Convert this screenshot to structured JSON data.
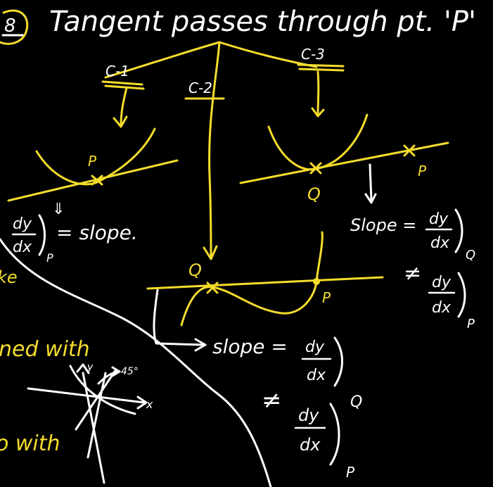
{
  "title": {
    "number": "8",
    "text": "Tangent passes through pt. 'P'"
  },
  "cases": {
    "c1": "C-1",
    "c2": "C-2",
    "c3": "C-3"
  },
  "points": {
    "p": "P",
    "q": "Q"
  },
  "case1": {
    "numerator": "dy",
    "denominator": "dx",
    "subscript": "P",
    "arrow": "⇓",
    "rhs": "= slope."
  },
  "case3": {
    "lhs": "Slope =",
    "numerator": "dy",
    "denominator": "dx",
    "subscript": "Q",
    "and_symbol": "≠",
    "numerator2": "dy",
    "denominator2": "dx",
    "subscript2": "P"
  },
  "case2": {
    "lhs": "slope =",
    "numerator": "dy",
    "denominator": "dx",
    "subscript": "Q",
    "and_symbol": "≠",
    "numerator2": "dy",
    "denominator2": "dx",
    "subscript2": "P"
  },
  "left_fragments": {
    "frag1": "ke",
    "frag2": "ned with",
    "frag3": "o with"
  },
  "small_graph": {
    "y_label": "y",
    "x_label": "x",
    "angle": "45°"
  },
  "colors": {
    "ink_white": "#ffffff",
    "ink_yellow": "#f4dc2b",
    "background": "#000000"
  }
}
